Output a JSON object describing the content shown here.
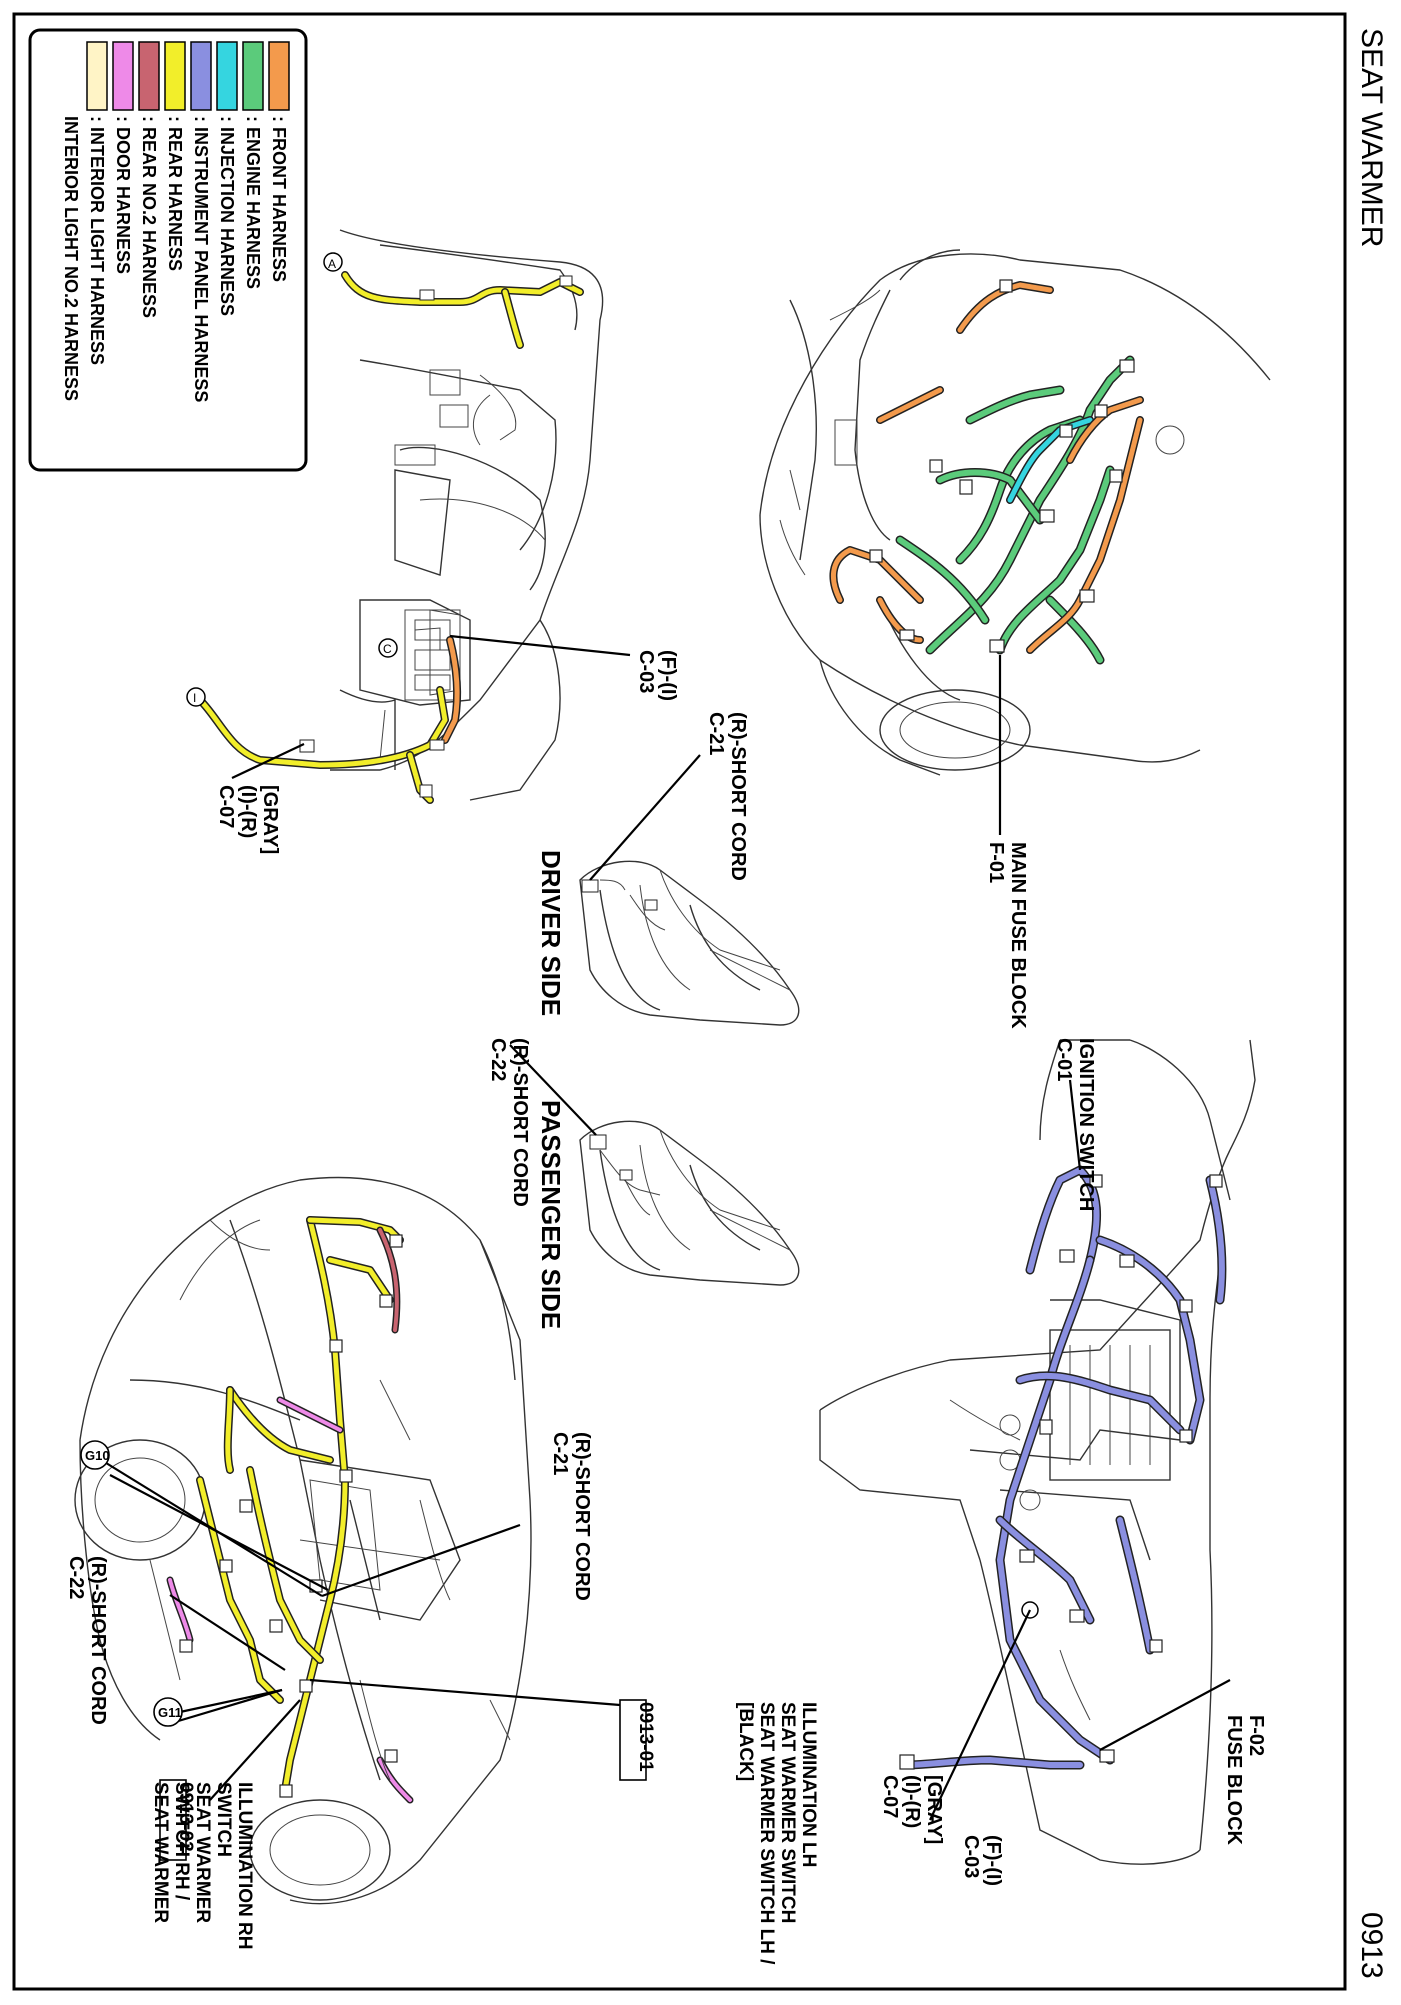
{
  "page": {
    "title": "SEAT WARMER",
    "code": "0913"
  },
  "legend": {
    "items": [
      {
        "label": ": FRONT HARNESS",
        "color": "#F39A4C"
      },
      {
        "label": ": ENGINE HARNESS",
        "color": "#5BCB7B"
      },
      {
        "label": ": INJECTION HARNESS",
        "color": "#35D5E0"
      },
      {
        "label": ": INSTRUMENT PANEL HARNESS",
        "color": "#8A8FE0"
      },
      {
        "label": ": REAR HARNESS",
        "color": "#F2EE2A"
      },
      {
        "label": ": REAR NO.2 HARNESS",
        "color": "#C86470"
      },
      {
        "label": ": DOOR HARNESS",
        "color": "#EE8AE8"
      },
      {
        "label": ": INTERIOR LIGHT HARNESS",
        "color": "#FFF4C6"
      },
      {
        "label": "  INTERIOR LIGHT NO.2 HARNESS",
        "color": ""
      }
    ]
  },
  "views": {
    "driver_side": "DRIVER SIDE",
    "passenger_side": "PASSENGER SIDE"
  },
  "labels": {
    "c03_top": {
      "line1": "C-03",
      "line2": "(F)-(I)"
    },
    "c07_top": {
      "line1": "C-07",
      "line2": "(I)-(R)",
      "line3": "[GRAY]"
    },
    "c21_top": {
      "line1": "C-21",
      "line2": "(R)-SHORT CORD"
    },
    "f01": {
      "line1": "F-01",
      "line2": "MAIN FUSE BLOCK"
    },
    "c01": {
      "line1": "C-01",
      "line2": "IGNITION SWITCH"
    },
    "c22_mid": {
      "line1": "C-22",
      "line2": "(R)-SHORT CORD"
    },
    "c21_bot": {
      "line1": "C-21",
      "line2": "(R)-SHORT CORD"
    },
    "c22_bot": {
      "line1": "C-22",
      "line2": "(R)-SHORT CORD"
    },
    "g10": "G10",
    "g11": "G11",
    "conn_0913_02": {
      "code": "0913-02",
      "lines": [
        "SEAT WARMER",
        "SWITCH RH /",
        "SEAT WARMER",
        "SWITCH",
        "ILLUMINATION RH"
      ]
    },
    "conn_0913_01": {
      "code": "0913-01",
      "lines": [
        "[BLACK]",
        "SEAT WARMER SWITCH LH /",
        "SEAT WARMER SWITCH",
        "ILLUMINATION LH"
      ]
    },
    "f02": {
      "line1": "F-02",
      "line2": "FUSE BLOCK"
    },
    "c07_bot": {
      "line1": "C-07",
      "line2": "(I)-(R)",
      "line3": "[GRAY]"
    },
    "c03_bot": {
      "line1": "C-03",
      "line2": "(F)-(I)"
    }
  },
  "markers": {
    "a": "A",
    "i": "I",
    "c": "C"
  }
}
